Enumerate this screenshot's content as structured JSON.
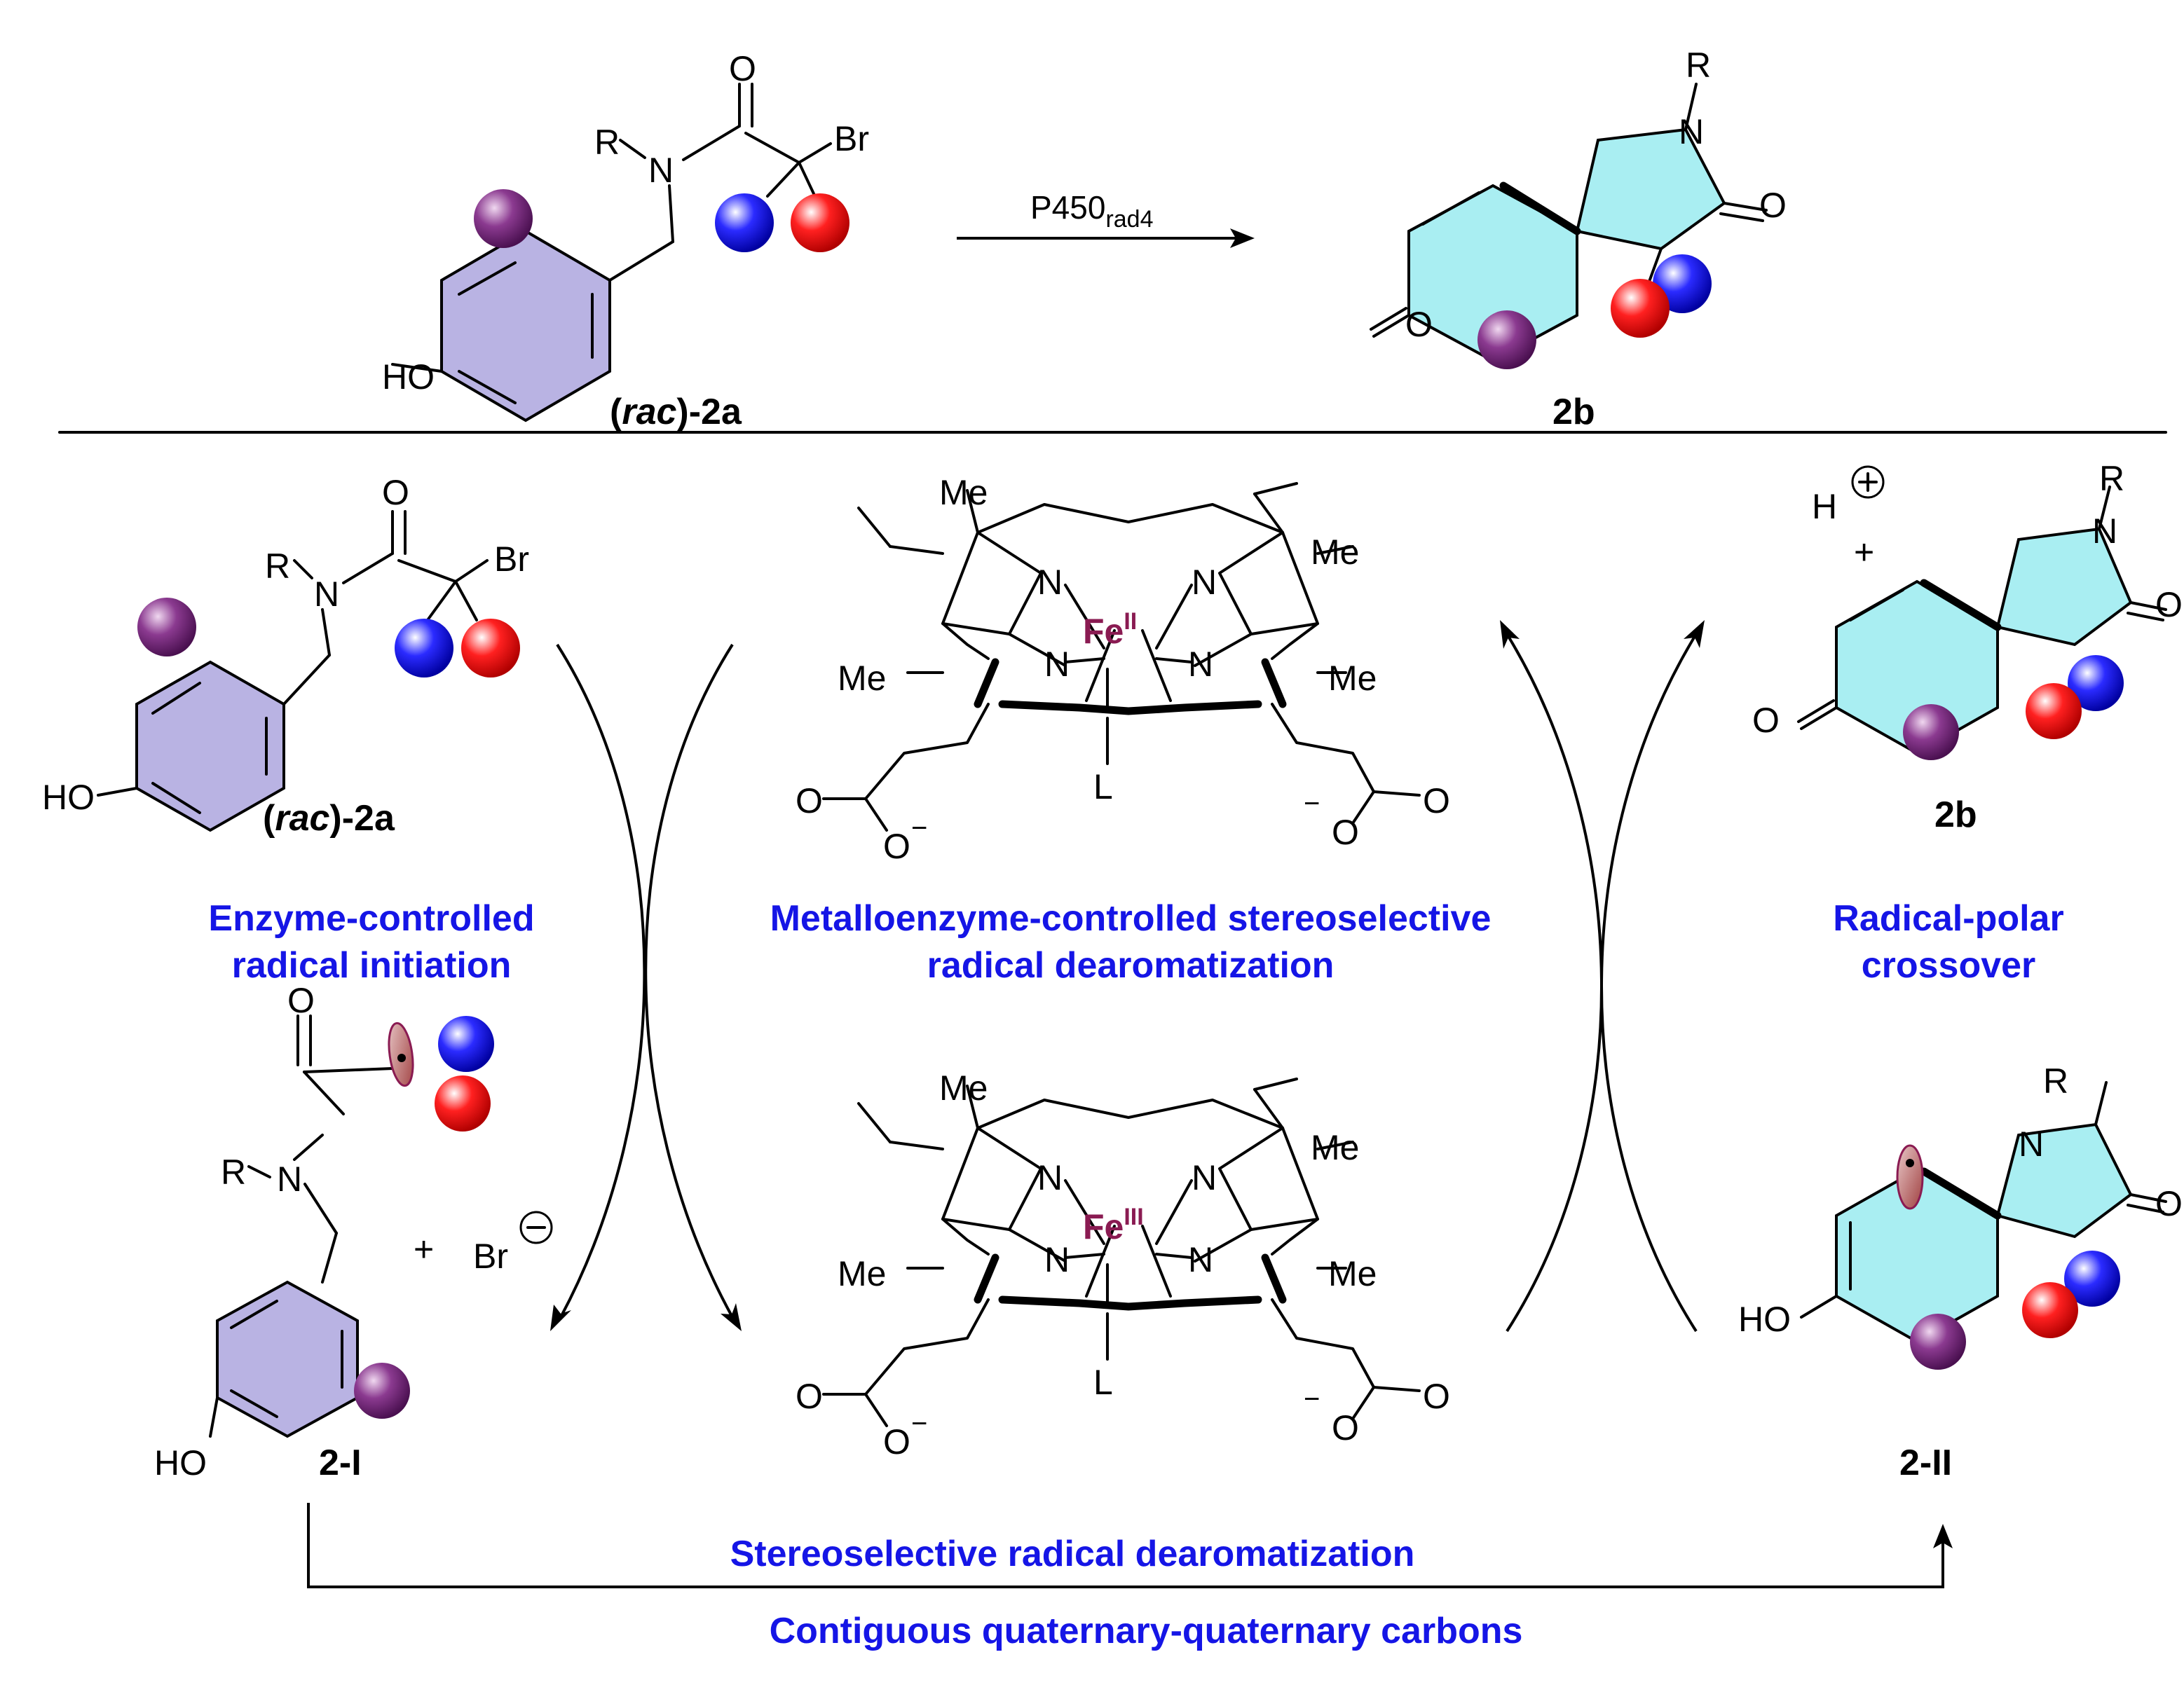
{
  "colors": {
    "text_blue": "#1515e6",
    "iron": "#8a1b52",
    "aryl_ring_fill": "#b9b3e3",
    "lactam_fill": "#a9eef2",
    "sphere_blue": "#2b2bff",
    "sphere_red": "#ff2020",
    "sphere_purple": "#8b3a90"
  },
  "atoms": {
    "R": "R",
    "N": "N",
    "O": "O",
    "Br": "Br",
    "HO": "HO",
    "Me": "Me",
    "L": "L",
    "H": "H",
    "plus": "+",
    "minus": "−"
  },
  "fe": {
    "symbol": "Fe",
    "ox2": "II",
    "ox3": "III"
  },
  "top": {
    "reagent_main": "P450",
    "reagent_sub": "rad4",
    "substrate_label_open": "(",
    "substrate_label_ital": "rac",
    "substrate_label_close": ")-2a",
    "product_label": "2b"
  },
  "cycle": {
    "label_2a_open": "(",
    "label_2a_ital": "rac",
    "label_2a_close": ")-2a",
    "label_2b": "2b",
    "label_2I": "2-I",
    "label_2II": "2-II",
    "bromide": "Br",
    "left_step": [
      "Enzyme-controlled",
      "radical initiation"
    ],
    "center_step": [
      "Metalloenzyme-controlled stereoselective",
      "radical dearomatization"
    ],
    "right_step": [
      "Radical-polar",
      "crossover"
    ]
  },
  "bottom": {
    "line1": "Stereoselective radical dearomatization",
    "line2": "Contiguous quaternary-quaternary carbons"
  },
  "icons": [
    "gradient-sphere-icon",
    "p-orbital-radical-icon",
    "plus-charge-icon",
    "minus-charge-icon"
  ]
}
